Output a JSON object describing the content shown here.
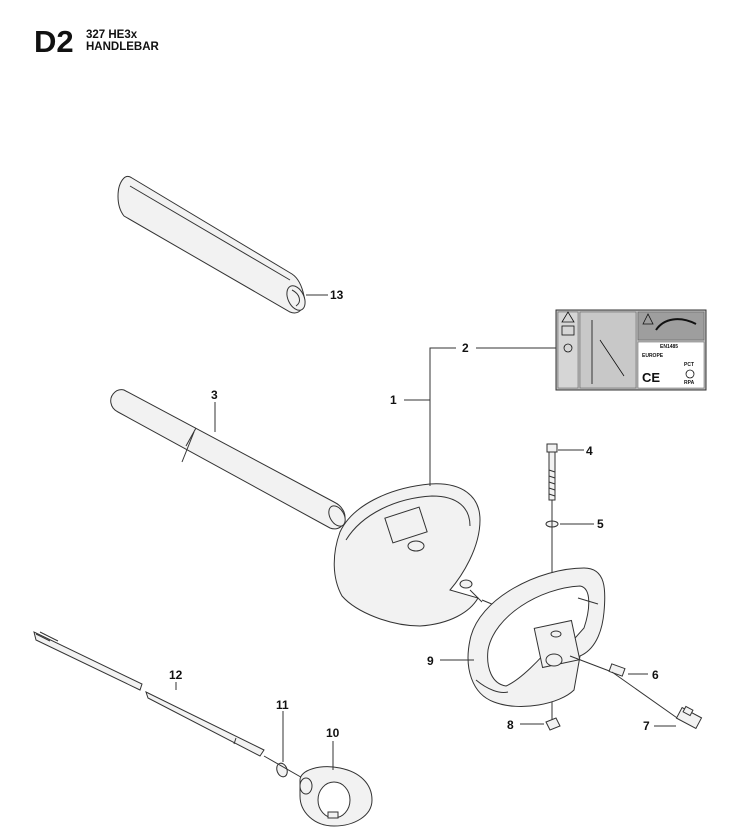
{
  "header": {
    "code": "D2",
    "model": "327 HE3x",
    "section": "HANDLEBAR"
  },
  "callouts": [
    "1",
    "2",
    "3",
    "4",
    "5",
    "6",
    "7",
    "8",
    "9",
    "10",
    "11",
    "12",
    "13"
  ],
  "decal": {
    "marking": "EN1485",
    "region": "EUROPE",
    "cert1": "CE",
    "cert2": "PCT",
    "cert3": "RPA",
    "icons": [
      "warning-icon",
      "read-manual-icon",
      "ear-protection-icon",
      "power-line-distance-icon",
      "hand-hazard-icon",
      "boot-icon"
    ]
  }
}
